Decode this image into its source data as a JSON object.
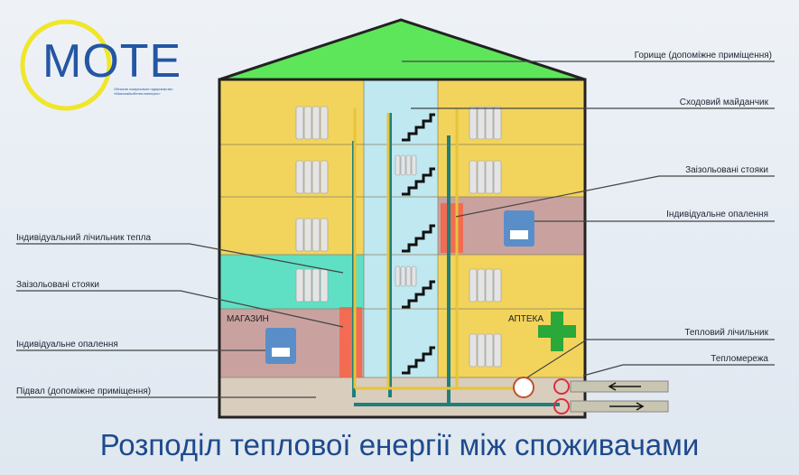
{
  "logo": {
    "text": "МОТЕ",
    "subtitle_line1": "Обласне комунальне підприємство",
    "subtitle_line2": "«Миколаївоблтеплоенерго»"
  },
  "title": "Розподіл теплової енергії між споживачами",
  "rooms": {
    "shop": "МАГАЗИН",
    "pharmacy": "АПТЕКА"
  },
  "labels_right": [
    "Горище (допоміжне приміщення)",
    "Сходовий майданчик",
    "Заізольовані стояки",
    "Індивідуальне опалення",
    "Тепловий лічильник",
    "Тепломережа"
  ],
  "labels_left": [
    "Індивідуальний лічильник тепла",
    "Заізольовані стояки",
    "Індивідуальне опалення",
    "Підвал (допоміжне приміщення)"
  ],
  "colors": {
    "roof": "#5ee65a",
    "wall": "#f2d45c",
    "stair": "#bfe8f0",
    "teal": "#5fe0c4",
    "pink": "#c9a2a0",
    "basement": "#d9cdbd",
    "pipe": "#1f7f7c",
    "title": "#1e4a8c"
  }
}
